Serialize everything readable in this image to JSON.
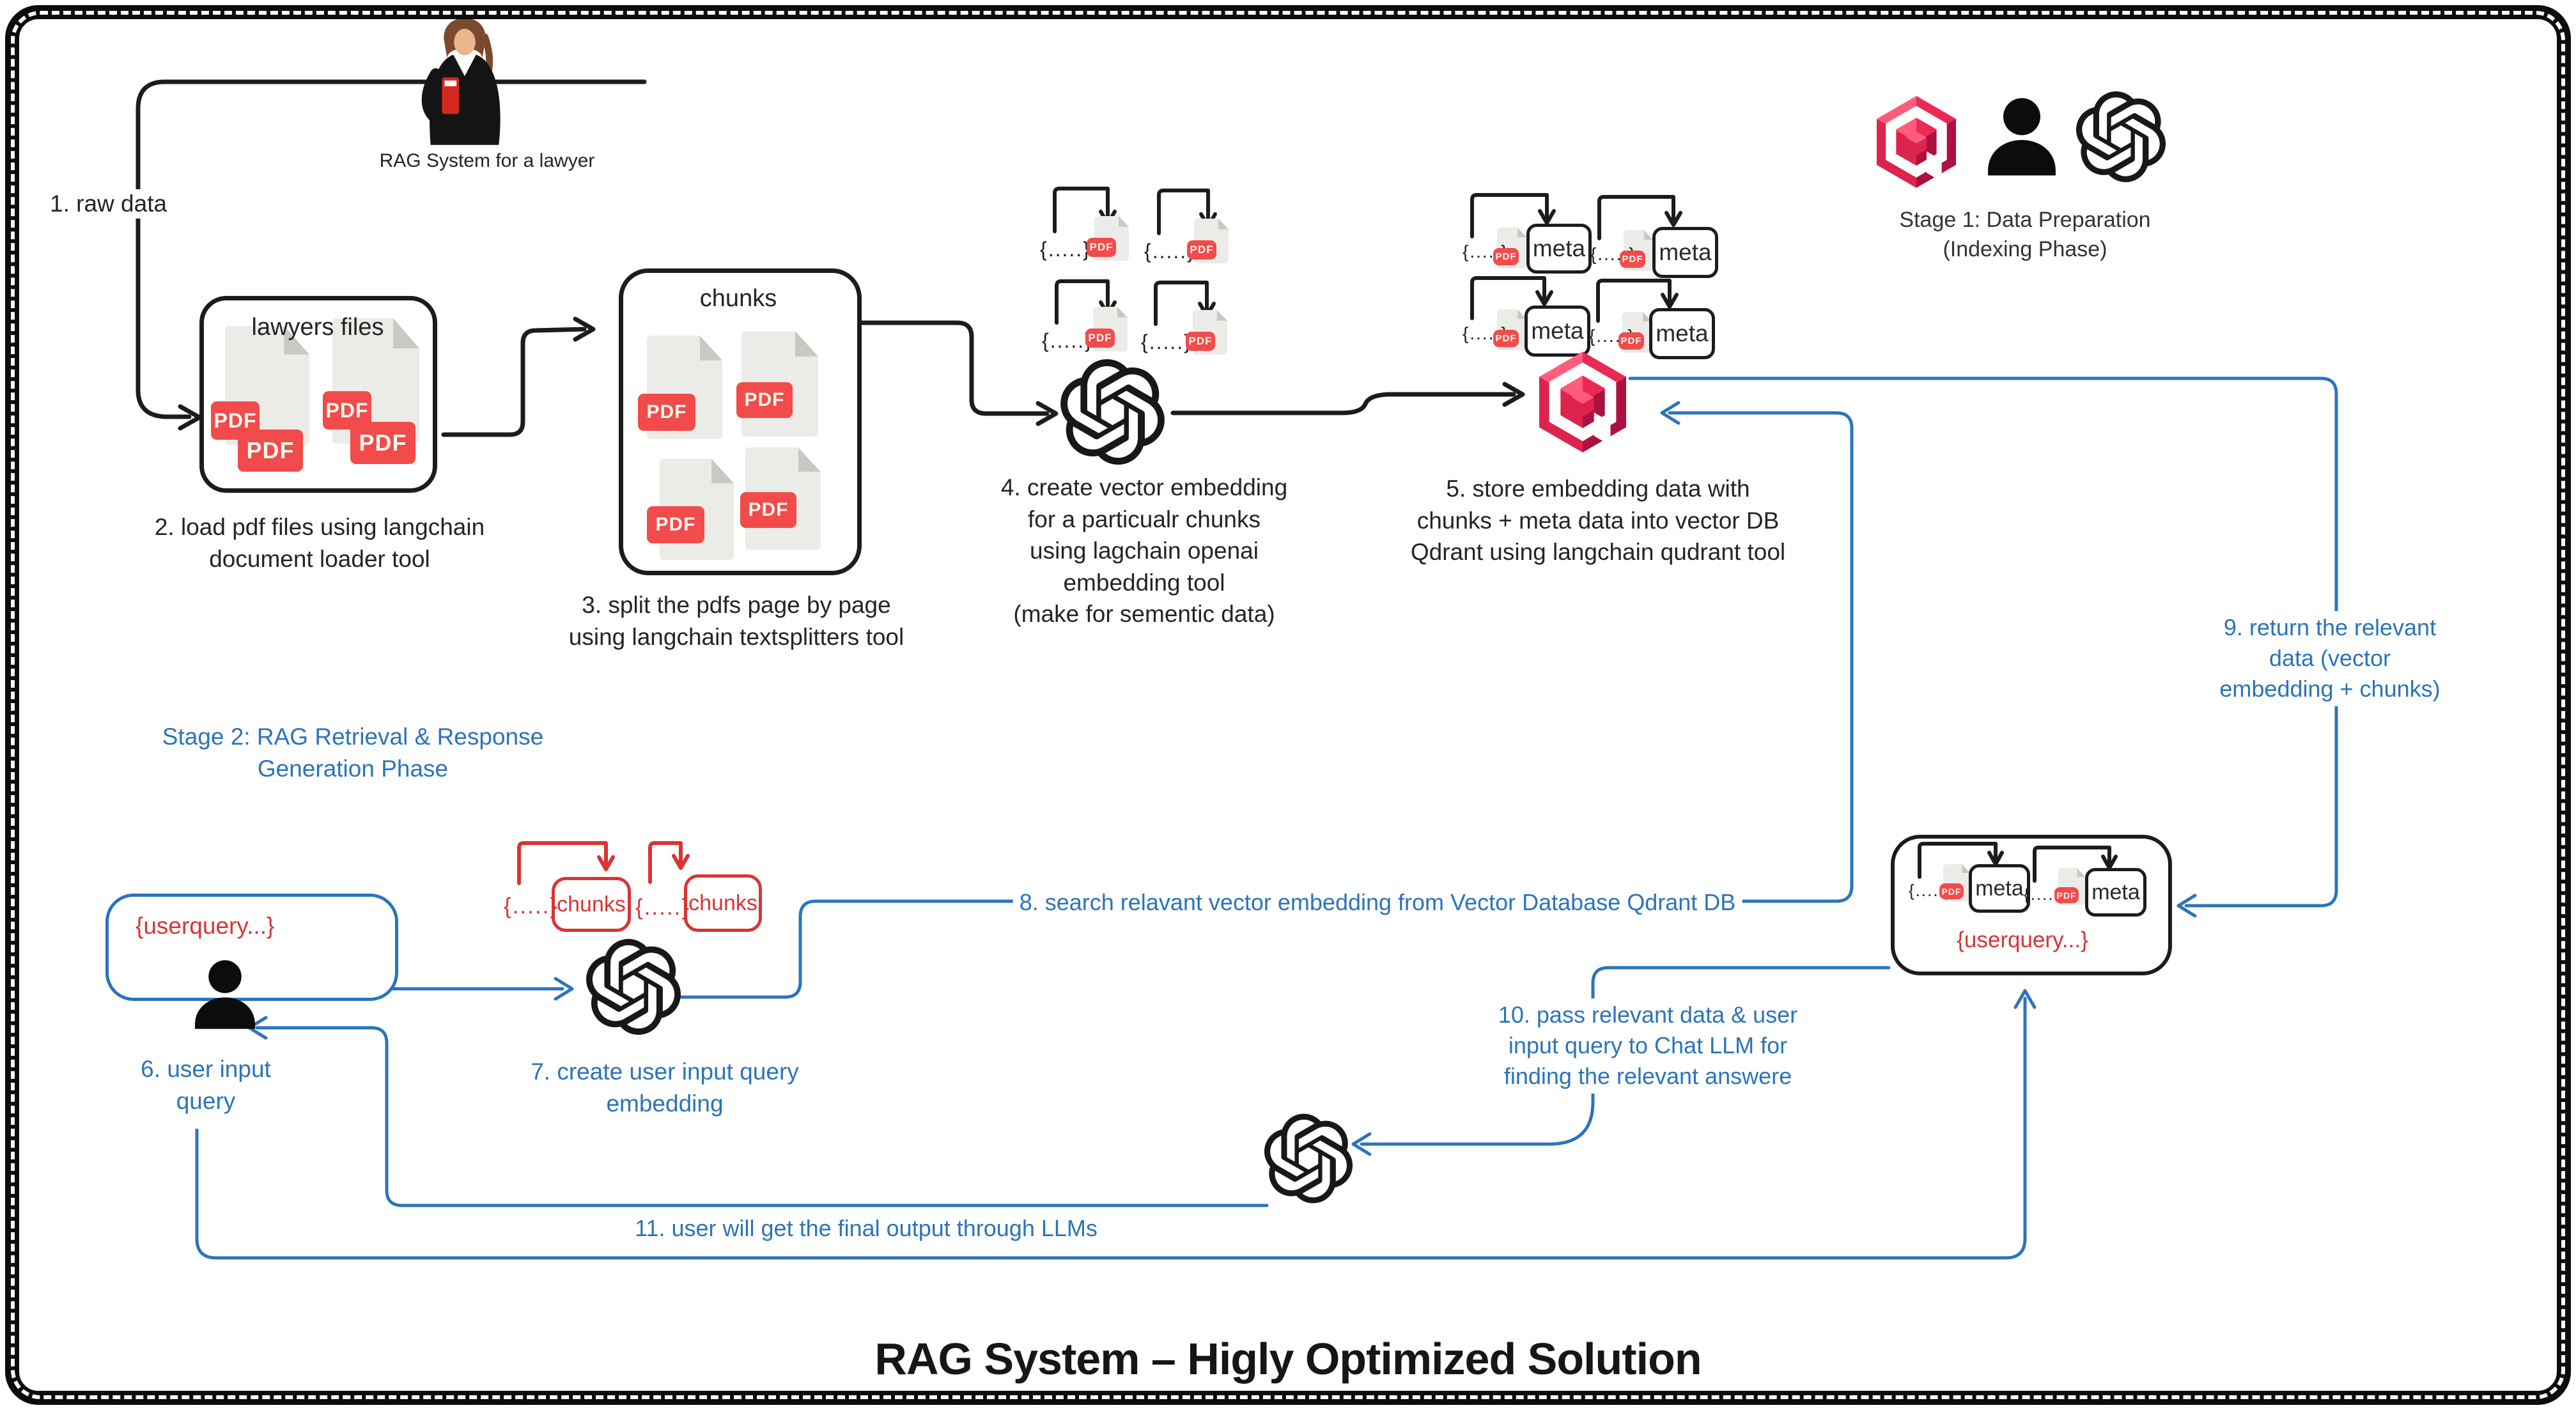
{
  "title": "RAG System – Higly Optimized Solution",
  "caption_lawyer": "RAG System for a lawyer",
  "stages": {
    "stage1": "Stage 1: Data Preparation\n(Indexing Phase)",
    "stage2": "Stage 2: RAG Retrieval & Response\nGeneration Phase"
  },
  "steps": {
    "s1": "1. raw data",
    "s2": "2. load pdf files using langchain\ndocument loader tool",
    "s3": "3. split the pdfs page by page\nusing langchain textsplitters tool",
    "s4": "4. create vector embedding\nfor a particualr chunks\nusing lagchain openai\nembedding tool\n(make for sementic data)",
    "s5": "5. store  embedding data with\nchunks + meta data into vector DB\nQdrant using langchain qudrant tool",
    "s6": "6. user input\nquery",
    "s7": "7. create user input query\nembedding",
    "s8": "8. search relavant vector embedding from Vector Database Qdrant DB",
    "s9": "9. return the relevant data (vector\nembedding + chunks)",
    "s10": "10. pass relevant data & user\ninput query to Chat LLM for\nfinding the relevant answere",
    "s11": "11. user will get the final output through LLMs"
  },
  "labels": {
    "lawyers_files": "lawyers files",
    "chunks": "chunks",
    "meta": "meta",
    "chunks_red": "chunks",
    "userquery": "{userquery...}",
    "brace": "{.....}",
    "pdf": "PDF"
  },
  "colors": {
    "step_blue": "#2b74b9",
    "annotation_red": "#d93434",
    "pdf_badge_red": "#f14b4b",
    "qdrant_crimson": "#dc244c",
    "qdrant_pink": "#ff5c7c",
    "qdrant_dark": "#ad1140",
    "ink": "#1c1c1c",
    "doc_gray": "#ebebe8"
  },
  "icons": {
    "openai": "openai-logo",
    "qdrant": "qdrant-logo",
    "user": "person-silhouette",
    "lawyer": "lawyer-photo",
    "pdf_doc": "pdf-document"
  }
}
